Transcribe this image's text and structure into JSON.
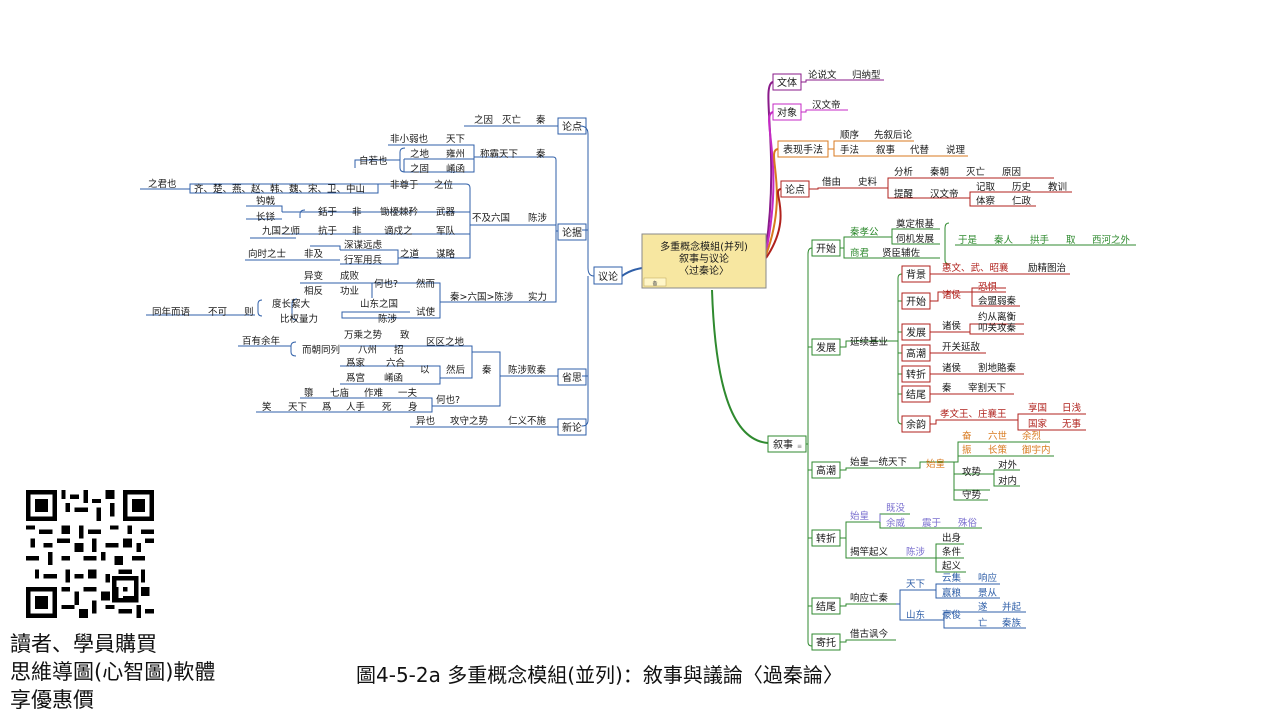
{
  "center": {
    "lines": [
      "多重概念模組(并列)",
      "叙事与议论",
      "〈过秦论〉"
    ],
    "note": "备"
  },
  "left": {
    "root": "议论",
    "lundian": {
      "label": "论点",
      "items": [
        "之因",
        "灭亡",
        "秦"
      ]
    },
    "lunju": {
      "label": "论据",
      "chengba": {
        "label": "称霸天下",
        "qin": "秦",
        "fei": [
          "非小弱也",
          "天下"
        ],
        "ziruo": "自若也",
        "di": [
          "之地",
          "雍州"
        ],
        "gu": [
          "之固",
          "崤函"
        ]
      },
      "bujiliuguo": {
        "label": "不及六国",
        "chensheshe": "陈涉",
        "zunyu": [
          "非尊于",
          "之位"
        ],
        "states": "齐、楚、燕、赵、韩、魏、宋、卫、中山",
        "zhijun": "之君也",
        "wuqi": {
          "label": "武器",
          "items": [
            "钩戟",
            "长铩"
          ],
          "kuo": [
            "銛于",
            "非",
            "锄櫌棘矜"
          ]
        },
        "junfa": {
          "label": "军队",
          "left": "九国之师",
          "kang": [
            "抗于",
            "非",
            "谪戍之"
          ]
        },
        "moulue": {
          "label": "谋略",
          "left": "向时之士",
          "feiji": "非及",
          "items": [
            "深谋远虑",
            "行军用兵"
          ],
          "zhidao": "之道"
        }
      },
      "shili": {
        "label": "实力",
        "left": "秦>六国>陈涉",
        "yibian": [
          "异变",
          "成败"
        ],
        "hewei": "何也?",
        "ran": "然而",
        "xiangfan": [
          "相反",
          "功业"
        ],
        "tongnian": [
          "同年而语",
          "不可",
          "则"
        ],
        "duchang": "度长絜大",
        "bijie": "比权量力",
        "shandong": "山东之国",
        "chenshe2": "陈涉",
        "shishi": "试使"
      }
    },
    "shengsi": {
      "label": "省思",
      "chenshe": "陈涉败秦",
      "qin": "秦",
      "ranhou": "然后",
      "yi": "以",
      "baiyu": "百有余年",
      "wangsheng": [
        "万乘之势",
        "致"
      ],
      "tongli": [
        "而朝同列",
        "八州",
        "招"
      ],
      "ququ": "区区之地",
      "jia": [
        "爲家",
        "六合"
      ],
      "gong": [
        "爲宫",
        "崤函"
      ],
      "yifu": [
        "一夫",
        "作难",
        "七庙",
        "隳"
      ],
      "shen": [
        "身",
        "死",
        "人手",
        "爲",
        "天下",
        "笑"
      ],
      "heye": "何也?"
    },
    "xinlun": {
      "label": "新论",
      "items": [
        "异也",
        "攻守之势",
        "仁义不施"
      ]
    }
  },
  "right": {
    "wenti": {
      "label": "文体",
      "items": [
        "论说文",
        "归纳型"
      ]
    },
    "duixiang": {
      "label": "对象",
      "items": [
        "汉文帝"
      ]
    },
    "biaoxian": {
      "label": "表现手法",
      "row1": [
        "顺序",
        "先叙后论"
      ],
      "row2": [
        "手法",
        "叙事",
        "代替",
        "说理"
      ]
    },
    "lundian": {
      "label": "论点",
      "jieyou": "借由",
      "shiliao": "史料",
      "fenxi": [
        "分析",
        "秦朝",
        "灭亡",
        "原因"
      ],
      "tixing": [
        "提醒",
        "汉文帝"
      ],
      "jilu": [
        "记取",
        "历史",
        "教训"
      ],
      "tixing2": [
        "体察",
        "仁政"
      ]
    },
    "xushi": {
      "label": "叙事",
      "kaishi": {
        "label": "开始",
        "qxg": "秦孝公",
        "shangjun": "商君",
        "items": [
          "奠定根基",
          "伺机发展",
          "贤臣辅佐"
        ],
        "yushi": [
          "于是",
          "秦人",
          "拱手",
          "取",
          "西河之外"
        ]
      },
      "fazhan": {
        "label": "发展",
        "jixu": "延续基业",
        "beijing": [
          "背景",
          "惠文、武、昭襄",
          "励精图治"
        ],
        "kaishi": [
          "开始",
          "诸侯",
          "恐惧",
          "会盟弱秦"
        ],
        "fazhan": [
          "发展",
          "诸侯",
          "约从离衡",
          "叩关攻秦"
        ],
        "gaochao": [
          "高潮",
          "开关延敌"
        ],
        "zhuanzhe": [
          "转折",
          "诸侯",
          "割地賂秦"
        ],
        "jiewei": [
          "结尾",
          "秦",
          "宰割天下"
        ],
        "yuyun": [
          "余韵",
          "孝文王、庄襄王",
          "享国",
          "日浅",
          "国家",
          "无事"
        ]
      },
      "gaochao": {
        "label": "高潮",
        "yitong": "始皇一统天下",
        "shihuang": "始皇",
        "fen": [
          "奋",
          "六世",
          "余烈"
        ],
        "zhen": [
          "振",
          "长策",
          "御宇内"
        ],
        "gongshi": "攻势",
        "duiwai": "对外",
        "duinei": "对内",
        "shoushi": "守势"
      },
      "zhuanzhe": {
        "label": "转折",
        "shihuang": "始皇",
        "jimo": "既没",
        "yuwei": [
          "余威",
          "震于",
          "殊俗"
        ],
        "jiegan": "揭竿起义",
        "chenshe": "陈涉",
        "items": [
          "出身",
          "条件",
          "起义"
        ]
      },
      "jiewei": {
        "label": "结尾",
        "xiangying": "响应亡秦",
        "tianxia": "天下",
        "yunji": [
          "云集",
          "响应"
        ],
        "yingliang": [
          "赢粮",
          "景从"
        ],
        "shandong": "山东",
        "haojun": "豪俊",
        "sui": [
          "遂",
          "并起"
        ],
        "wang": [
          "亡",
          "秦族"
        ]
      },
      "jituo": {
        "label": "寄托",
        "item": "借古讽今"
      }
    }
  },
  "footer": {
    "promo": [
      "讀者、學員購買",
      "思維導圖(心智圖)軟體",
      "享優惠價"
    ],
    "caption": "圖4-5-2a 多重概念模組(並列)：敘事與議論〈過秦論〉"
  },
  "colors": {
    "blue": "#2f5fa8",
    "purple": "#8a1a8a",
    "magenta": "#c42ac4",
    "orange": "#d87a1f",
    "red": "#b0211c",
    "green": "#2f8a2f",
    "center_fill": "#f7e7a1",
    "text": "#1a1a1a"
  }
}
